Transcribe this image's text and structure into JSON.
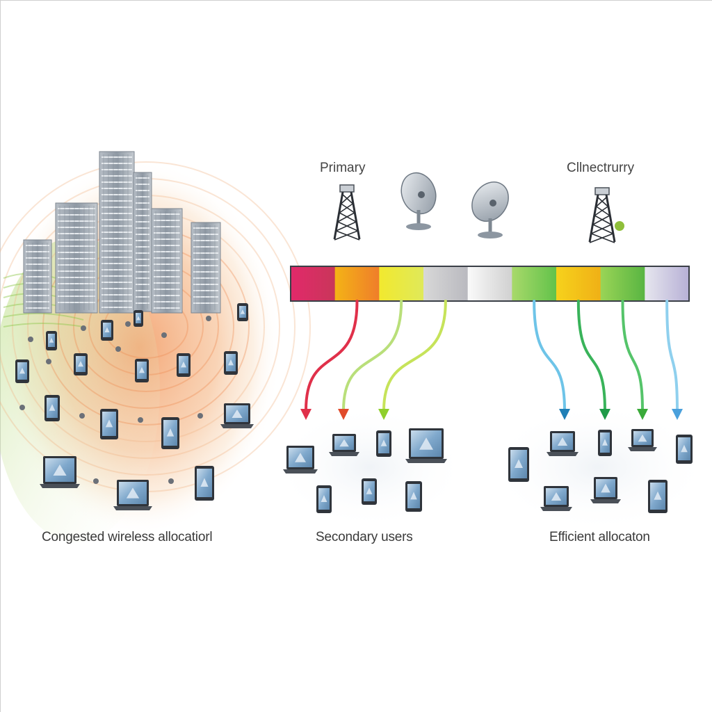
{
  "labels": {
    "primary": "Primary",
    "top_right": "Cllnectrurry",
    "left_caption": "Congested wireless allocatiorl",
    "middle_caption": "Secondary users",
    "right_caption": "Efficient allocaton"
  },
  "towers": [
    {
      "kind": "lattice-tower-icon",
      "group": "primary"
    },
    {
      "kind": "satellite-dish-icon",
      "group": "primary"
    },
    {
      "kind": "satellite-dish-icon",
      "group": "primary"
    },
    {
      "kind": "lattice-tower-icon",
      "group": "top_right"
    }
  ],
  "spectrum": {
    "bands": [
      {
        "color_a": "#e2296a",
        "color_b": "#c9365a"
      },
      {
        "color_a": "#f4b316",
        "color_b": "#ef7d2a"
      },
      {
        "color_a": "#f2e92e",
        "color_b": "#dfe95a"
      },
      {
        "color_a": "#d8d8d8",
        "color_b": "#b9b9bf"
      },
      {
        "color_a": "#fafafa",
        "color_b": "#d0d0d0"
      },
      {
        "color_a": "#a8d96a",
        "color_b": "#62c24a"
      },
      {
        "color_a": "#f6d21c",
        "color_b": "#f0b016"
      },
      {
        "color_a": "#9ad456",
        "color_b": "#58b542"
      },
      {
        "color_a": "#e6e6ee",
        "color_b": "#b7b0d6"
      }
    ]
  },
  "allocation_arrows": [
    {
      "from_band": 1,
      "to_group": "secondary",
      "color": "#e0304a",
      "head_color": "#e0304a"
    },
    {
      "from_band": 2,
      "to_group": "secondary",
      "color": "#b9df7a",
      "head_color": "#e04a2a"
    },
    {
      "from_band": 3,
      "to_group": "secondary",
      "color": "#c6e35a",
      "head_color": "#8fcf2c"
    },
    {
      "from_band": 5,
      "to_group": "efficient",
      "color": "#6ec4e8",
      "head_color": "#1f7fb6"
    },
    {
      "from_band": 6,
      "to_group": "efficient",
      "color": "#39b35a",
      "head_color": "#1f9a48"
    },
    {
      "from_band": 7,
      "to_group": "efficient",
      "color": "#55c46a",
      "head_color": "#3aaa3a"
    },
    {
      "from_band": 8,
      "to_group": "efficient",
      "color": "#8fd0ee",
      "head_color": "#4aa0dc"
    }
  ],
  "colors": {
    "congestion_glow": "#f1a46a",
    "congestion_green": "#9ccd5a",
    "device_screen": "#8ab4d6",
    "device_body": "#3a3f47",
    "building": "#9aa3ad"
  }
}
